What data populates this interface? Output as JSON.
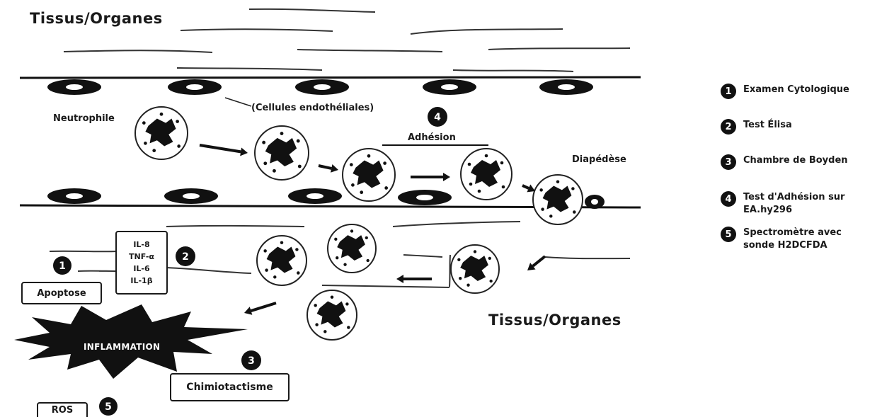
{
  "title_top": "Tissus/Organes",
  "title_bottom": "Tissus/Organes",
  "labels": {
    "neutrophile": "Neutrophile",
    "cellules_endotheliales": "(Cellules endothéliales)",
    "adhesion": "Adhésion",
    "diapedese": "Diapédèse",
    "apoptose": "Apoptose",
    "inflammation": "INFLAMMATION",
    "chimiotactisme": "Chimiotactisme",
    "ros": "ROS"
  },
  "cytokines": [
    "IL-8",
    "TNF-α",
    "IL-6",
    "IL-1β"
  ],
  "step_markers": {
    "adhesion": "4",
    "apoptose": "1",
    "cytokines": "2",
    "chimiotactisme": "3",
    "ros": "5"
  },
  "legend": [
    {
      "num": "1",
      "text": "Examen Cytologique"
    },
    {
      "num": "2",
      "text": "Test Élisa"
    },
    {
      "num": "3",
      "text": "Chambre de Boyden"
    },
    {
      "num": "4",
      "text": "Test d'Adhésion sur EA.hy296"
    },
    {
      "num": "5",
      "text": "Spectromètre avec sonde H2DCFDA"
    }
  ],
  "colors": {
    "ink": "#1a1a1a",
    "background": "#ffffff"
  }
}
